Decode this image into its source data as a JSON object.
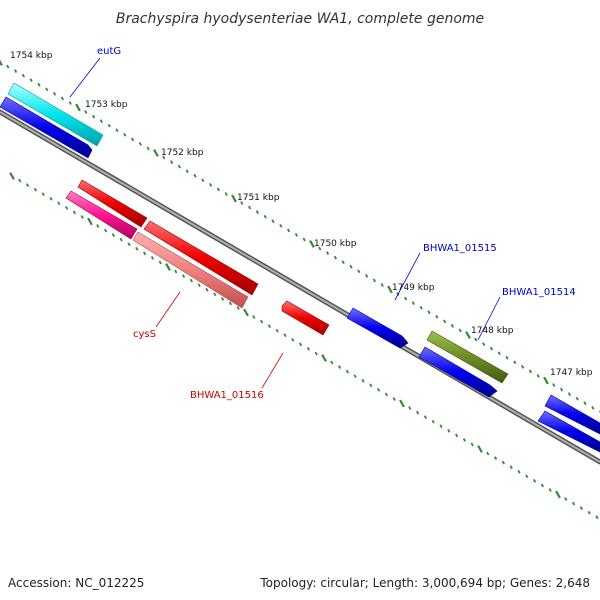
{
  "title": "Brachyspira hyodysenteriae WA1, complete genome",
  "footer": {
    "accession": "Accession: NC_012225",
    "summary": "Topology: circular; Length: 3,000,694 bp; Genes: 2,648"
  },
  "ruler": {
    "color": "#2e8b2e",
    "labels": [
      "1754 kbp",
      "1753 kbp",
      "1752 kbp",
      "1751 kbp",
      "1750 kbp",
      "1749 kbp",
      "1748 kbp",
      "1747 kbp"
    ]
  },
  "genes": {
    "eutG": {
      "label": "eutG",
      "color": "#0000cc"
    },
    "cysS": {
      "label": "cysS",
      "color": "#cc0000"
    },
    "BHWA1_01516": {
      "label": "BHWA1_01516",
      "color": "#cc0000"
    },
    "BHWA1_01515": {
      "label": "BHWA1_01515",
      "color": "#0000cc"
    },
    "BHWA1_01514": {
      "label": "BHWA1_01514",
      "color": "#0000cc"
    }
  },
  "feature_colors": {
    "cds_forward": "#0000ee",
    "cds_reverse": "#ee0000",
    "rrna_like": "#00e5ee",
    "reverse_feature": "#ff1493",
    "reverse_pale": "#f08080",
    "olive_feature": "#6b8e23",
    "backbone": "#808080"
  }
}
